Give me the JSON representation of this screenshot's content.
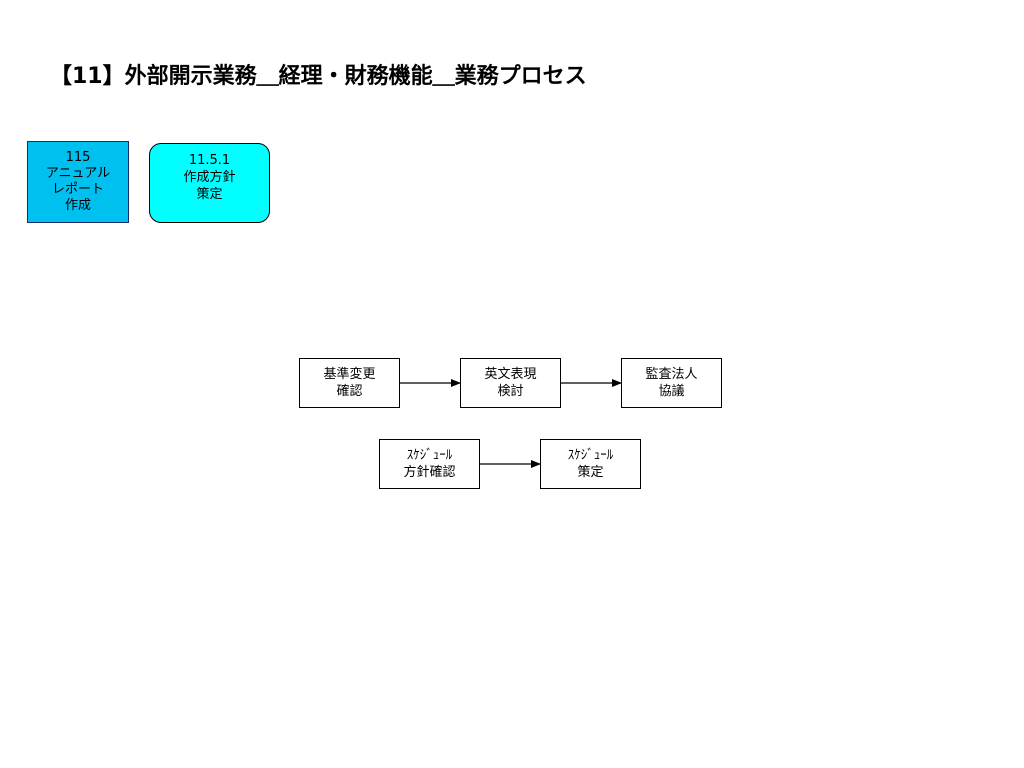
{
  "title": "【11】外部開示業務＿経理・財務機能＿業務プロセス",
  "category": {
    "code": "115",
    "label_lines": [
      "アニュアル",
      "レポート",
      "作成"
    ],
    "color": "#00c0f0"
  },
  "subprocess": {
    "code": "11.5.1",
    "label_lines": [
      "作成方針",
      "策定"
    ],
    "color": "#00ffff"
  },
  "steps": [
    {
      "lines": [
        "基準変更",
        "確認"
      ]
    },
    {
      "lines": [
        "英文表現",
        "検討"
      ]
    },
    {
      "lines": [
        "監査法人",
        "協議"
      ]
    },
    {
      "lines": [
        "ｽｹｼﾞｭｰﾙ",
        "方針確認"
      ]
    },
    {
      "lines": [
        "ｽｹｼﾞｭｰﾙ",
        "策定"
      ]
    }
  ]
}
